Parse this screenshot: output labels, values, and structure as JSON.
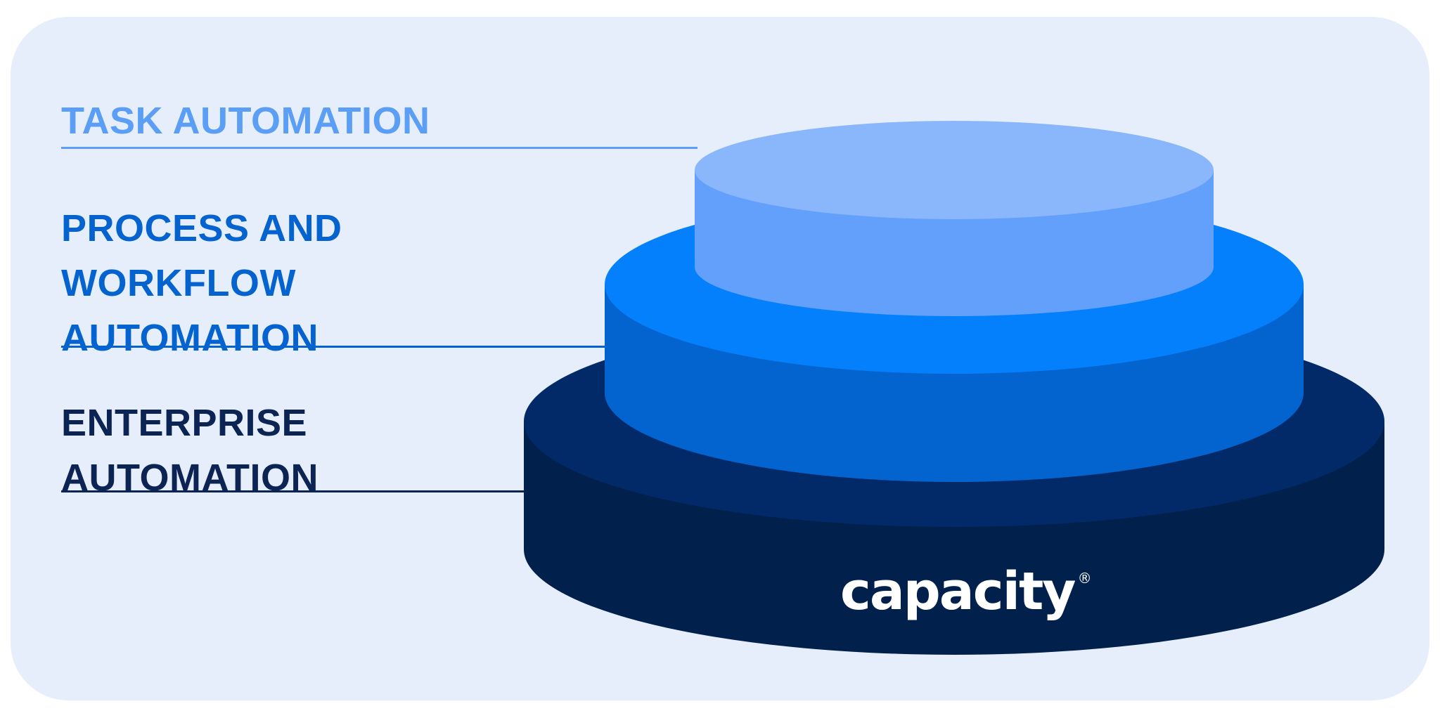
{
  "diagram": {
    "type": "stacked-tier-pyramid",
    "tiers": [
      {
        "id": "task",
        "lines": [
          "TASK AUTOMATION"
        ],
        "text_color": "#5b9ef5",
        "rule_color": "#5b9ef5",
        "face_color": "#8ab6fb",
        "side_color": "#62a0fc"
      },
      {
        "id": "process",
        "lines": [
          "PROCESS AND",
          "WORKFLOW",
          "AUTOMATION"
        ],
        "text_color": "#0463cf",
        "rule_color": "#0463cf",
        "face_color": "#0580fc",
        "side_color": "#0364d0"
      },
      {
        "id": "enterprise",
        "lines": [
          "ENTERPRISE",
          "AUTOMATION"
        ],
        "text_color": "#0c2454",
        "rule_color": "#0c2454",
        "face_color": "#022a69",
        "side_color": "#01204c"
      }
    ]
  },
  "brand": {
    "logo_text": "capacity",
    "registered_mark": "®",
    "logo_color": "#ffffff"
  },
  "colors": {
    "background": "#ffffff",
    "card": "#e7eefb"
  }
}
